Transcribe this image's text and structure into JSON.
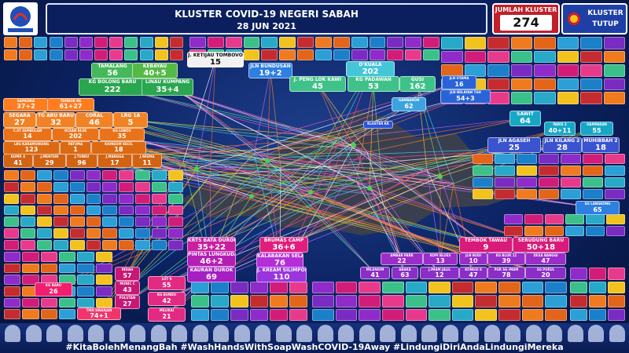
{
  "header": {
    "title": "KLUSTER COVID-19 NEGERI SABAH",
    "date": "28 JUN 2021"
  },
  "summary": {
    "jumlah_label": "JUMLAH KLUSTER",
    "jumlah_value": "274",
    "tutup_label": "KLUSTER TUTUP"
  },
  "footer": {
    "hashtags": "#KitaBolehMenangBah #WashHandsWithSoapWashCOVID-19Away #LindungiDiriAndaLindungiMereka"
  },
  "clusters": {
    "pl": {
      "label": "SAMEDRA",
      "value": "37+2"
    },
    "pn": {
      "label": "TEMBOK KK",
      "value": "61+27"
    },
    "kbb": {
      "label": "KG BOLONG BARU",
      "value": "222"
    },
    "lk": {
      "label": "LINAU KUMPANG",
      "value": "35+4"
    },
    "tam": {
      "label": "TAMALANG",
      "value": "56"
    },
    "keb": {
      "label": "KEBAYAU",
      "value": "40+5"
    },
    "seg": {
      "label": "SEGARA",
      "value": "27"
    },
    "tan": {
      "label": "TG ARU BARU",
      "value": "32"
    },
    "cor": {
      "label": "CORAL",
      "value": "46"
    },
    "lrg": {
      "label": "LRG 1A",
      "value": "5"
    },
    "cst": {
      "label": "C.ST SEMBULAN",
      "value": "14"
    },
    "ocb": {
      "label": "OCEAN BLUE",
      "value": "202"
    },
    "kgl": {
      "label": "KG LOBOU",
      "value": "35"
    },
    "lkar": {
      "label": "LRG KARAMUNSING",
      "value": "123"
    },
    "pat": {
      "label": "PATUMA",
      "value": "1"
    },
    "kkc": {
      "label": "KIONSOM KECIL",
      "value": "18"
    },
    "kom": {
      "label": "KOMP. 4",
      "value": "41"
    },
    "jme": {
      "label": "J.MENTERI",
      "value": "29"
    },
    "jtu": {
      "label": "J.TUNKU",
      "value": "96"
    },
    "jmg": {
      "label": "J.MANGGA",
      "value": "17"
    },
    "jwi": {
      "label": "J.WISMA",
      "value": "11"
    },
    "jkt": {
      "label": "J. KETIJAU TOMBOVO",
      "value": "15"
    },
    "jbun": {
      "label": "JLN BUNDUSAN",
      "value": "19+2"
    },
    "jpk": {
      "label": "J. PENG LOK KAWI",
      "value": "45"
    },
    "kgp": {
      "label": "KG PADAWAN",
      "value": "53"
    },
    "gusi": {
      "label": "GUSI",
      "value": "162"
    },
    "dk": {
      "label": "D'KUALA",
      "value": "202"
    },
    "gam": {
      "label": "GAMBARON",
      "value": "62"
    },
    "jut": {
      "label": "JLN UTAMA",
      "value": "16"
    },
    "jnt": {
      "label": "JLN NELAYAN TGH",
      "value": "54+3"
    },
    "saw": {
      "label": "SAWIT",
      "value": "64"
    },
    "par": {
      "label": "PARIS 3",
      "value": "40+11"
    },
    "ham": {
      "label": "HAMPARAN",
      "value": "55"
    },
    "jag": {
      "label": "JLN AGASEH",
      "value": "25"
    },
    "kki": {
      "label": "JLN KILANG 2",
      "value": "28"
    },
    "muh": {
      "label": "MUHIBBAH 2",
      "value": "18"
    },
    "sgl": {
      "label": "SG LANGKONG",
      "value": "65"
    },
    "tom": {
      "label": "TEMBOK TAWAU",
      "value": "9"
    },
    "ser": {
      "label": "SERUDUNG BARU",
      "value": "50+18"
    },
    "brc": {
      "label": "BRUMAS CAMP",
      "value": "36+6"
    },
    "kbd": {
      "label": "KRTS BATA DUROK",
      "value": "35+22"
    },
    "pin": {
      "label": "PINTAS LUNGKUDAU",
      "value": "46+2"
    },
    "kdur": {
      "label": "KAURAN DUROK",
      "value": "69"
    },
    "kls": {
      "label": "KALABAKAN SELATAN",
      "value": "76"
    },
    "jks": {
      "label": "J. KREAM SILIMPOPON",
      "value": "110"
    },
    "amb": {
      "label": "AMBAR PARK",
      "value": "22"
    },
    "kob": {
      "label": "KOPI BLUES",
      "value": "13"
    },
    "jbu": {
      "label": "JLN BUDI",
      "value": "10"
    },
    "kgb": {
      "label": "KG BLOK 11",
      "value": "39"
    },
    "desa": {
      "label": "DESA BANGGI",
      "value": "47"
    },
    "mil": {
      "label": "MILENIUM",
      "value": "41"
    },
    "aba": {
      "label": "ABAKA",
      "value": "63"
    },
    "jim": {
      "label": "J.IMAM JALIL",
      "value": "12"
    },
    "kgd": {
      "label": "KONGSI 8",
      "value": "47"
    },
    "pgr": {
      "label": "PGR SG IMAM",
      "value": "78"
    },
    "sgp": {
      "label": "SG PUKUL",
      "value": "20"
    },
    "indah": {
      "label": "INDAH",
      "value": "57"
    },
    "munic": {
      "label": "MUNIC C",
      "value": "43"
    },
    "pul": {
      "label": "PULUTAN",
      "value": "27"
    },
    "lot": {
      "label": "LOT 9",
      "value": "55"
    },
    "kgbu": {
      "label": "KG BUNDU",
      "value": "42"
    },
    "mel": {
      "label": "MELIKAI",
      "value": "21"
    },
    "kgba": {
      "label": "KG BARU",
      "value": "26"
    },
    "tmn": {
      "label": "TMN SWARJAN",
      "value": "74+1"
    },
    "kb": {
      "label": "KLUSTER KK",
      "value": ""
    }
  }
}
